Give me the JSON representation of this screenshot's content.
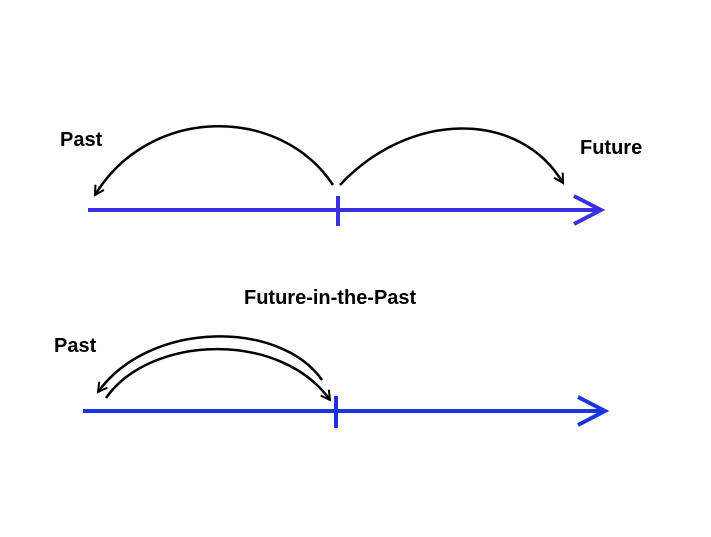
{
  "diagram": {
    "top": {
      "past_label": "Past",
      "future_label": "Future"
    },
    "bottom": {
      "title": "Future-in-the-Past",
      "past_label": "Past"
    },
    "colors": {
      "timeline": "#3b2fe0",
      "arc": "#000000",
      "text": "#000000"
    }
  }
}
